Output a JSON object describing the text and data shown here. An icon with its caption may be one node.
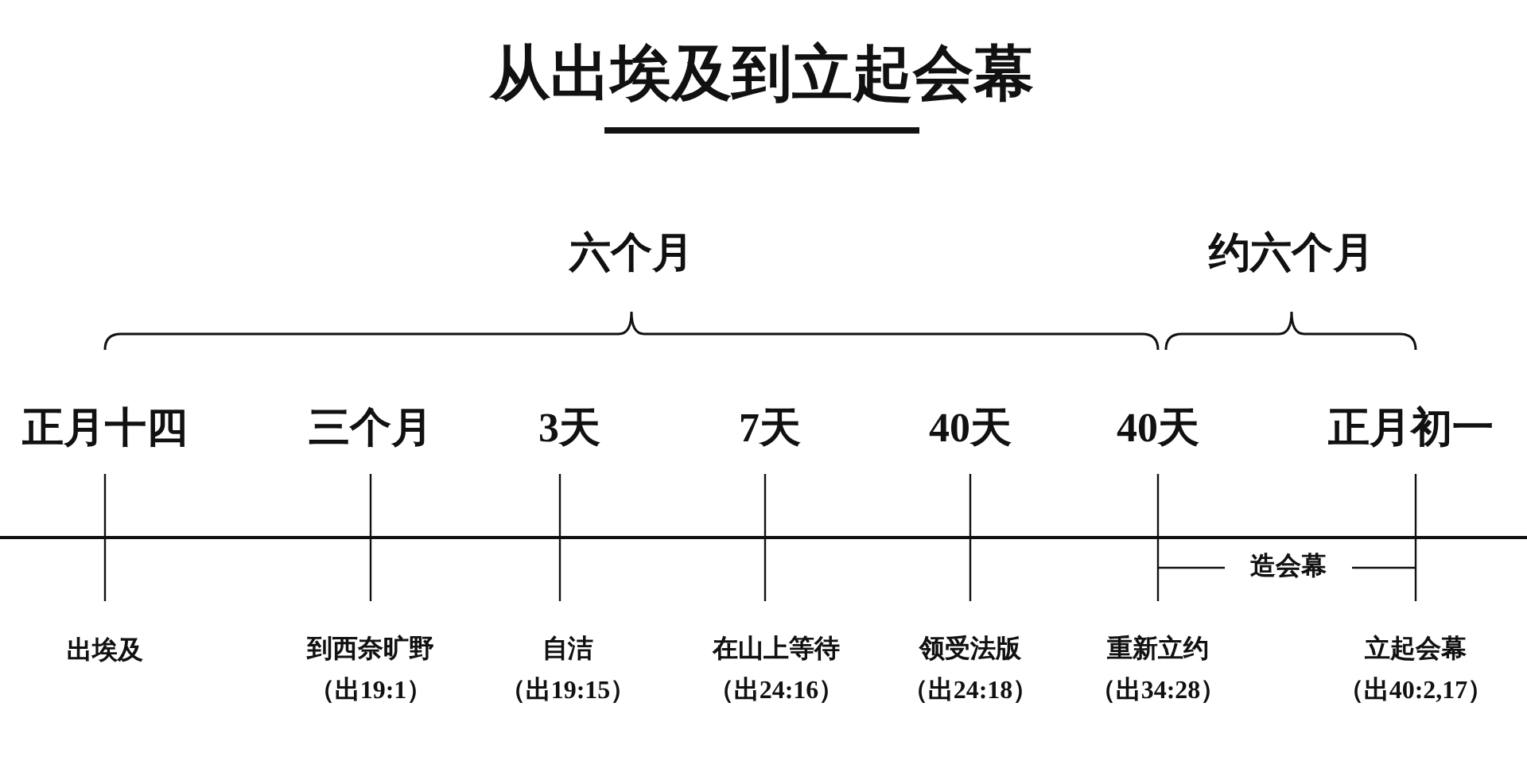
{
  "diagram": {
    "title": "从出埃及到立起会幕",
    "labels": [
      "六个月",
      "约六个月",
      "正月十四",
      "三个月",
      "3天",
      "7天",
      "40天",
      "40天",
      "正月初一",
      "造会幕",
      "出埃及",
      "到西奈旷野",
      "（出19:1）",
      "自洁",
      "（出19:15）",
      "在山上等待",
      "（出24:16）",
      "领受法版",
      "（出24:18）",
      "重新立约",
      "（出34:28）",
      "立起会幕",
      "（出40:2,17）"
    ]
  }
}
